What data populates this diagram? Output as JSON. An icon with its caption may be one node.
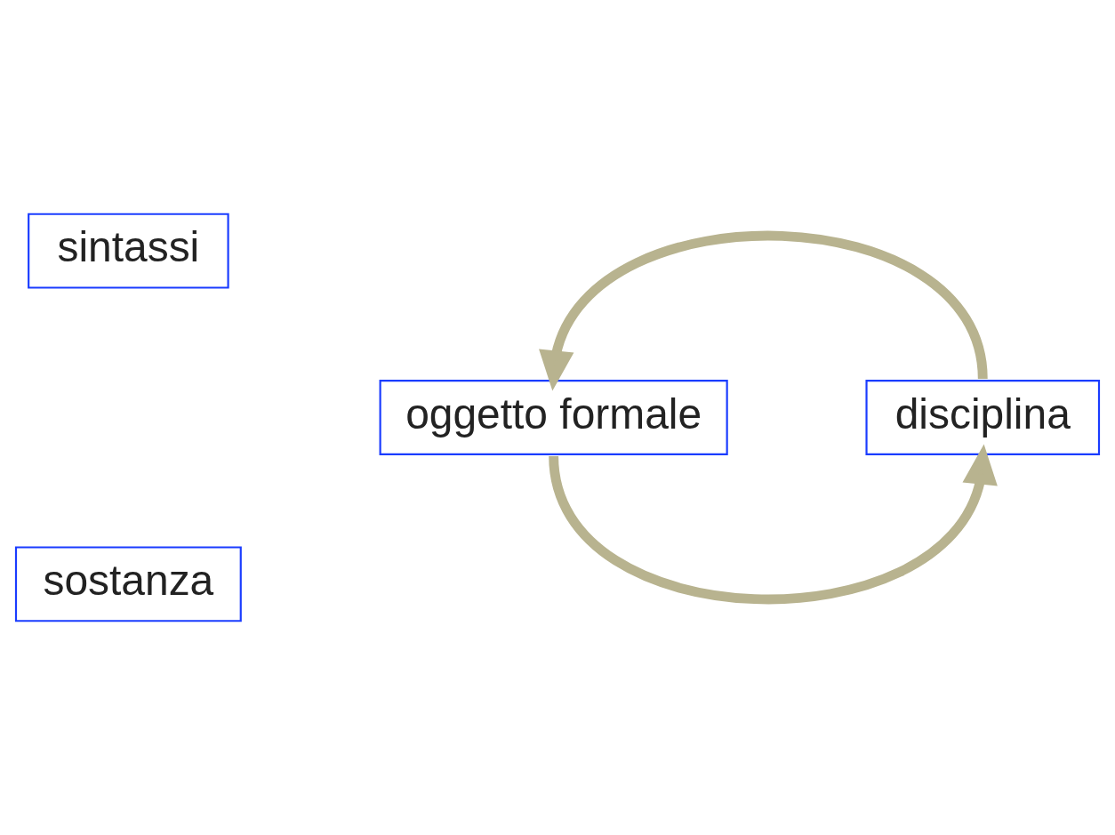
{
  "diagram": {
    "nodes": [
      {
        "text": [
          "sintassi"
        ]
      },
      {
        "text": [
          "disciplina"
        ]
      },
      {
        "text": [
          "oggetto formale"
        ]
      },
      {
        "text": [
          "sostanza"
        ]
      }
    ],
    "edges": [
      {
        "from": 1,
        "to": 2,
        "arrow": "to"
      },
      {
        "from": 2,
        "to": 1,
        "arrow": "to"
      }
    ]
  }
}
